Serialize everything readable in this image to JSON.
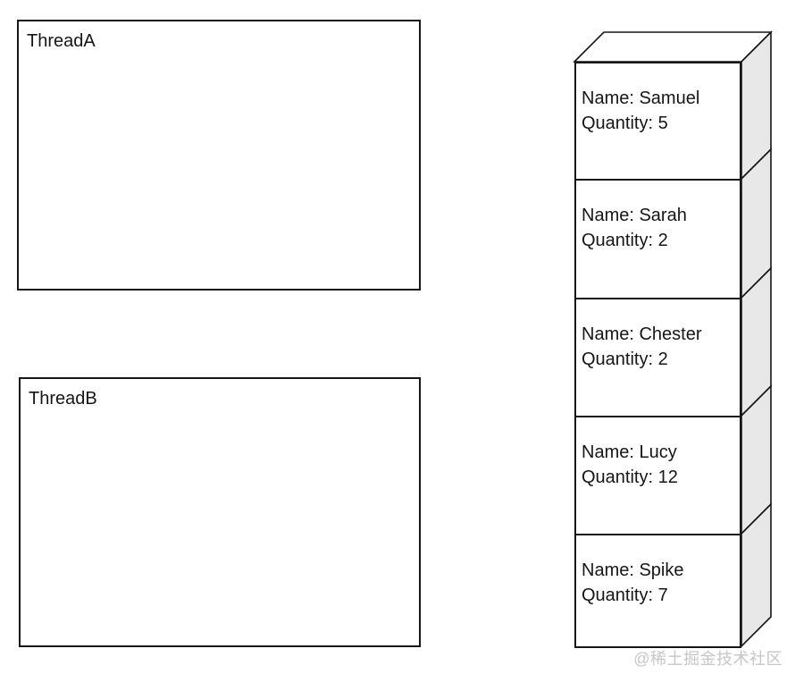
{
  "diagram": {
    "threads": [
      {
        "label": "ThreadA"
      },
      {
        "label": "ThreadB"
      }
    ],
    "stack": {
      "items": [
        {
          "name": "Samuel",
          "quantity": 5,
          "name_label": "Name: Samuel",
          "quantity_label": "Quantity: 5"
        },
        {
          "name": "Sarah",
          "quantity": 2,
          "name_label": "Name: Sarah",
          "quantity_label": "Quantity: 2"
        },
        {
          "name": "Chester",
          "quantity": 2,
          "name_label": "Name: Chester",
          "quantity_label": "Quantity: 2"
        },
        {
          "name": "Lucy",
          "quantity": 12,
          "name_label": "Name: Lucy",
          "quantity_label": "Quantity: 12"
        },
        {
          "name": "Spike",
          "quantity": 7,
          "name_label": "Name: Spike",
          "quantity_label": "Quantity: 7"
        }
      ]
    },
    "watermark": {
      "text": "@稀土掘金技术社区"
    },
    "colors": {
      "line": "#161616",
      "side_face_fill": "#e8e8e8",
      "top_face_fill": "#ffffff",
      "background": "#ffffff",
      "watermark": "#c6c6c6"
    }
  }
}
